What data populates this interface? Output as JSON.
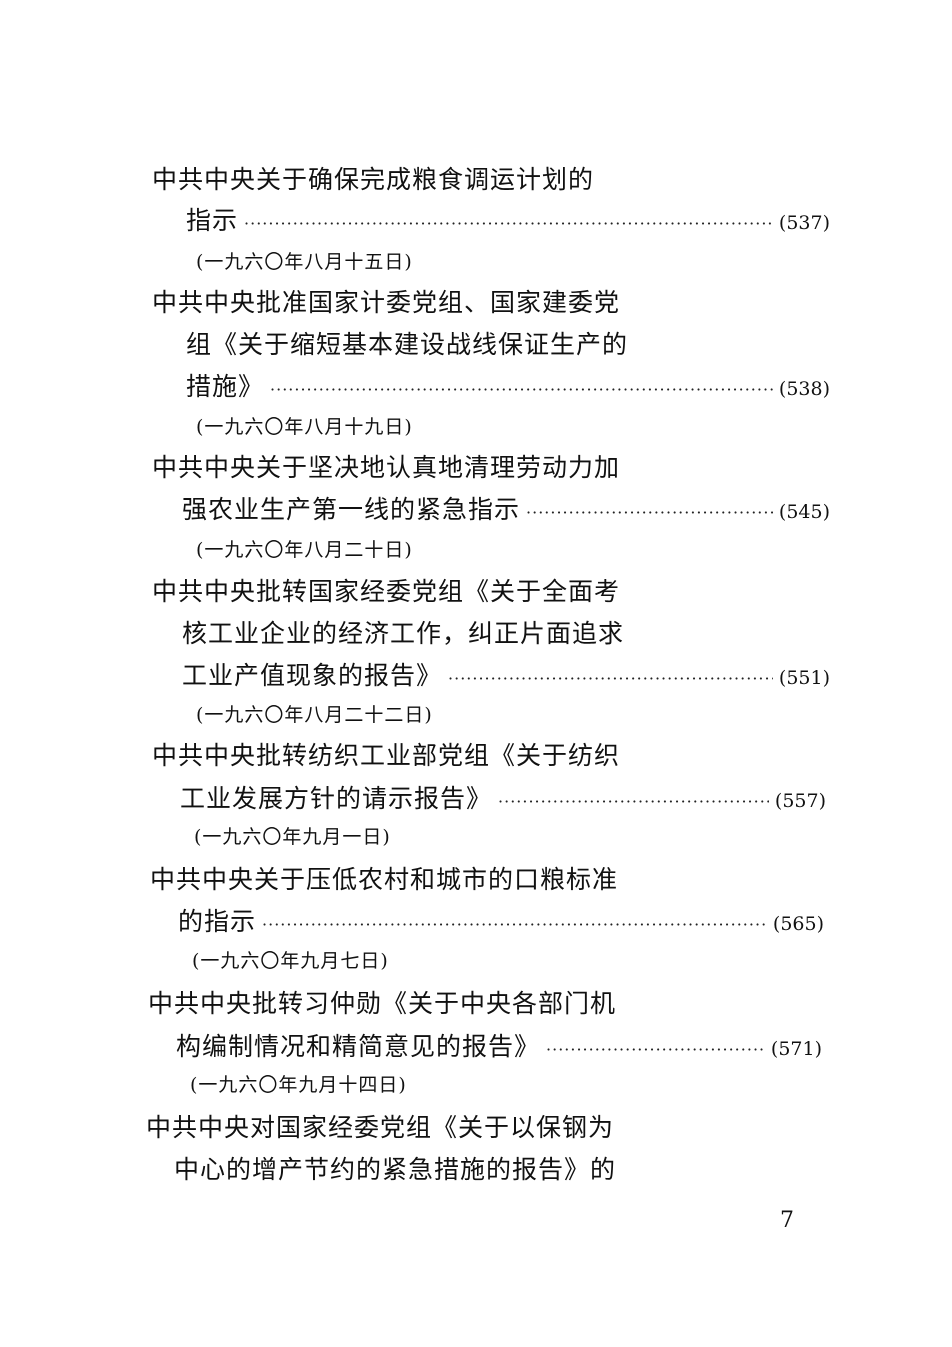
{
  "entries": [
    {
      "lines": [
        "中共中央关于确保完成粮食调运计划的",
        "指示"
      ],
      "page": "(537)",
      "date": "(一九六〇年八月十五日)"
    },
    {
      "lines": [
        "中共中央批准国家计委党组、国家建委党",
        "组《关于缩短基本建设战线保证生产的",
        "措施》"
      ],
      "page": "(538)",
      "date": "(一九六〇年八月十九日)"
    },
    {
      "lines": [
        "中共中央关于坚决地认真地清理劳动力加",
        "强农业生产第一线的紧急指示"
      ],
      "page": "(545)",
      "date": "(一九六〇年八月二十日)"
    },
    {
      "lines": [
        "中共中央批转国家经委党组《关于全面考",
        "核工业企业的经济工作，纠正片面追求",
        "工业产值现象的报告》"
      ],
      "page": "(551)",
      "date": "(一九六〇年八月二十二日)"
    },
    {
      "lines": [
        "中共中央批转纺织工业部党组《关于纺织",
        "工业发展方针的请示报告》"
      ],
      "page": "(557)",
      "date": "(一九六〇年九月一日)"
    },
    {
      "lines": [
        "中共中央关于压低农村和城市的口粮标准",
        "的指示"
      ],
      "page": "(565)",
      "date": "(一九六〇年九月七日)"
    },
    {
      "lines": [
        "中共中央批转习仲勋《关于中央各部门机",
        "构编制情况和精简意见的报告》"
      ],
      "page": "(571)",
      "date": "(一九六〇年九月十四日)"
    },
    {
      "lines": [
        "中共中央对国家经委党组《关于以保钢为",
        "中心的增产节约的紧急措施的报告》的"
      ],
      "page": "",
      "date": ""
    }
  ],
  "folio": "7"
}
